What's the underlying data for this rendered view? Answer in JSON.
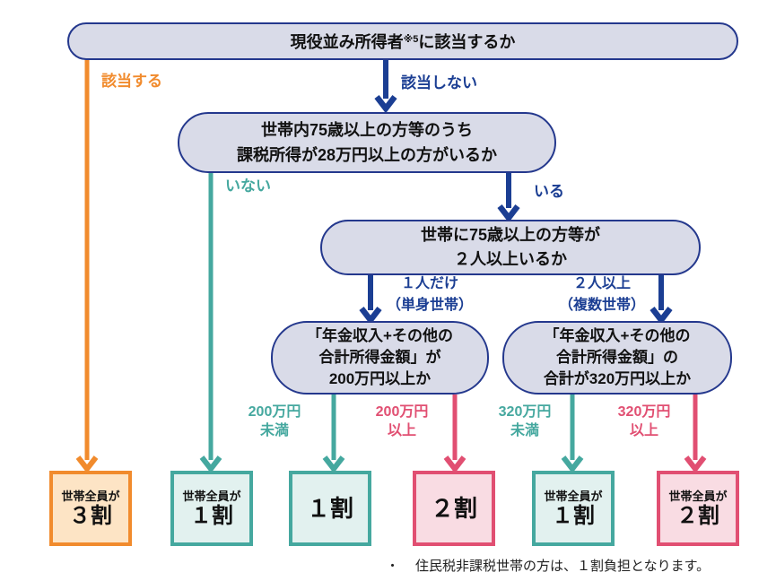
{
  "palette": {
    "navy": "#1b3e93",
    "lavender_fill": "#d9dbe8",
    "orange": "#f18b2d",
    "orange_fill": "#fde4c5",
    "teal": "#45a89f",
    "teal_fill": "#e2f1ef",
    "pink": "#e14f72",
    "pink_fill": "#f9dce3",
    "text": "#111111"
  },
  "nodes": {
    "q1": {
      "pre": "現役並み所得者",
      "sup": "※5",
      "post": "に該当するか"
    },
    "q2": {
      "lines": [
        "世帯内75歳以上の方等のうち",
        "課税所得が28万円以上の方がいるか"
      ]
    },
    "q3": {
      "lines": [
        "世帯に75歳以上の方等が",
        "２人以上いるか"
      ]
    },
    "q4l": {
      "lines": [
        "「年金収入+その他の",
        "合計所得金額」が",
        "200万円以上か"
      ]
    },
    "q4r": {
      "lines": [
        "「年金収入+その他の",
        "合計所得金額」の",
        "合計が320万円以上か"
      ]
    }
  },
  "edges": {
    "applies": "該当する",
    "not_applies": "該当しない",
    "no_one": "いない",
    "yes_one": "いる",
    "one_person": [
      "１人だけ",
      "（単身世帯）"
    ],
    "two_plus": [
      "２人以上",
      "（複数世帯）"
    ],
    "lt200": [
      "200万円",
      "未満"
    ],
    "ge200": [
      "200万円",
      "以上"
    ],
    "lt320": [
      "320万円",
      "未満"
    ],
    "ge320": [
      "320万円",
      "以上"
    ]
  },
  "results": {
    "r1": {
      "sub": "世帯全員が",
      "main": "３割"
    },
    "r2": {
      "sub": "世帯全員が",
      "main": "１割"
    },
    "r3": {
      "main": "１割"
    },
    "r4": {
      "main": "２割"
    },
    "r5": {
      "sub": "世帯全員が",
      "main": "１割"
    },
    "r6": {
      "sub": "世帯全員が",
      "main": "２割"
    }
  },
  "footnote": {
    "bullet": "・",
    "text": "住民税非課税世帯の方は、１割負担となります。"
  }
}
